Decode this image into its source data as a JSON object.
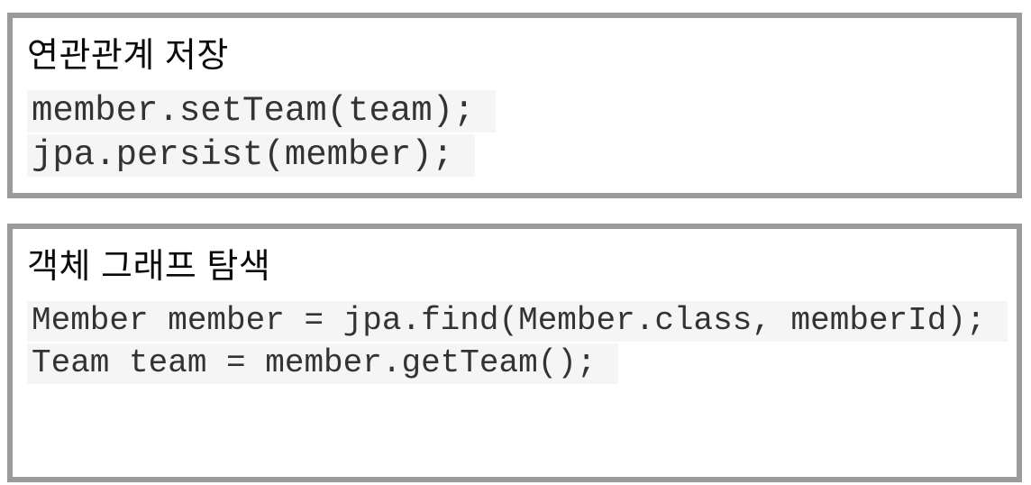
{
  "page": {
    "background_color": "#ffffff",
    "panel_border_color": "#9b9b9b",
    "code_background_color": "#f5f5f5",
    "code_text_color": "#333333",
    "heading_text_color": "#0a0a0a"
  },
  "panels": [
    {
      "title": "연관관계 저장",
      "code_lines": [
        "member.setTeam(team);",
        "jpa.persist(member);"
      ]
    },
    {
      "title": "객체 그래프 탐색",
      "code_lines": [
        "Member member = jpa.find(Member.class, memberId);",
        "Team team = member.getTeam();"
      ]
    }
  ]
}
